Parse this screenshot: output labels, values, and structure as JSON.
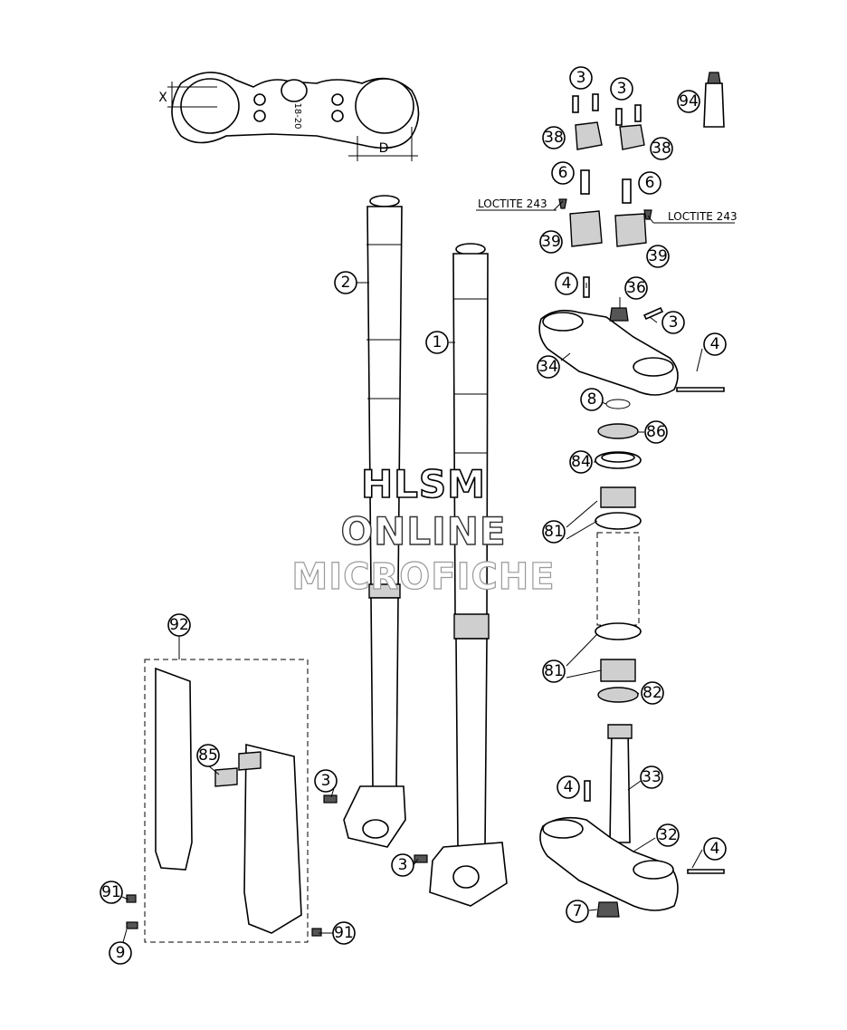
{
  "watermark": {
    "line1": "HLSM",
    "line2": "ONLINE",
    "line3": "MICROFICHE"
  },
  "labels": {
    "loctite_left": "LOCTITE 243",
    "loctite_right": "LOCTITE 243",
    "dim_x": "X",
    "dim_d": "D"
  },
  "top_clamp_marking": "18-20",
  "callouts": [
    "3",
    "3",
    "94",
    "38",
    "38",
    "6",
    "6",
    "39",
    "39",
    "4",
    "36",
    "3",
    "4",
    "34",
    "8",
    "86",
    "84",
    "81",
    "81",
    "82",
    "2",
    "1",
    "92",
    "85",
    "3",
    "3",
    "91",
    "9",
    "91",
    "33",
    "4",
    "32",
    "4",
    "7"
  ]
}
